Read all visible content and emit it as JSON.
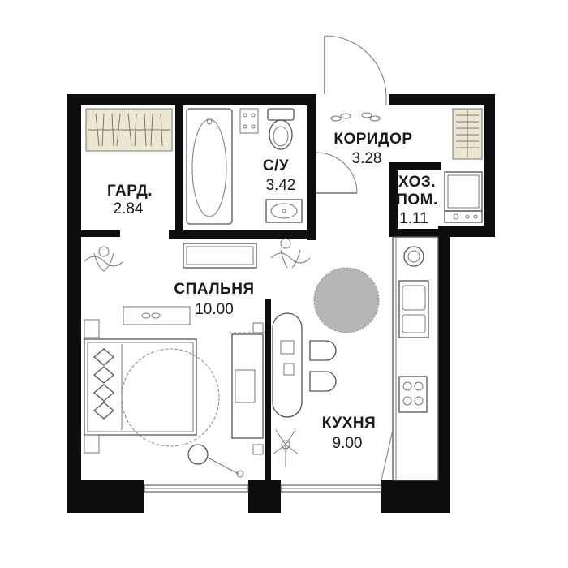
{
  "rooms": {
    "wardrobe": {
      "name": "ГАРД.",
      "area": "2.84"
    },
    "bathroom": {
      "name": "С/У",
      "area": "3.42"
    },
    "corridor": {
      "name": "КОРИДОР",
      "area": "3.28"
    },
    "storage": {
      "name_line1": "ХОЗ.",
      "name_line2": "ПОМ.",
      "area": "1.11"
    },
    "bedroom": {
      "name": "СПАЛЬНЯ",
      "area": "10.00"
    },
    "kitchen": {
      "name": "КУХНЯ",
      "area": "9.00"
    }
  },
  "icons": {
    "bathtub": "bathtub-icon",
    "toilet": "toilet-icon",
    "sink": "sink-icon",
    "bed": "bed-icon",
    "plant": "plant-icon",
    "rug": "rug-icon",
    "table": "dining-table-icon",
    "stove": "stove-icon",
    "washer": "washing-machine-icon"
  },
  "colors": {
    "wall": "#0d0d0d",
    "wardrobe_fill": "#efe6d2",
    "rug": "#b5b5b5"
  }
}
